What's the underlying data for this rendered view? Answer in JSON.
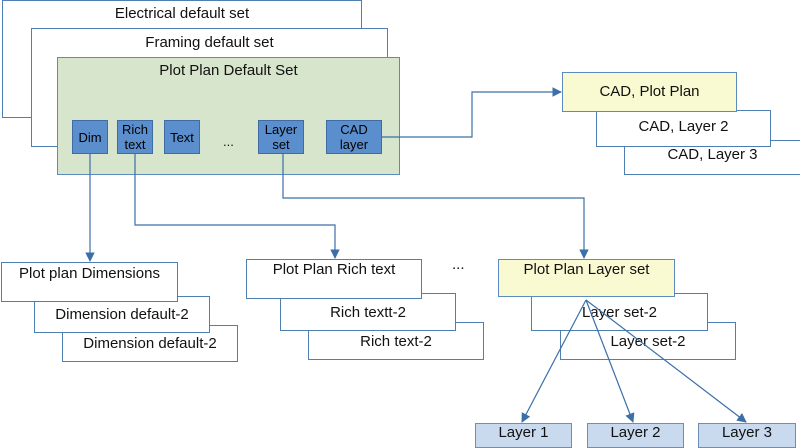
{
  "sets": {
    "electrical": "Electrical default set",
    "framing": "Framing default set",
    "plot_plan": "Plot Plan Default Set"
  },
  "chips": {
    "dim": "Dim",
    "rich_text": "Rich\ntext",
    "text": "Text",
    "ellipsis": "...",
    "layer_set": "Layer\nset",
    "cad_layer": "CAD\nlayer"
  },
  "cad": {
    "plot_plan": "CAD, Plot Plan",
    "layer2": "CAD, Layer 2",
    "layer3": "CAD, Layer 3"
  },
  "dimensions": {
    "main": "Plot plan Dimensions",
    "default2a": "Dimension default-2",
    "default2b": "Dimension default-2"
  },
  "rich": {
    "main": "Plot Plan Rich text",
    "textt2": "Rich textt-2",
    "text2": "Rich text-2"
  },
  "middle_ellipsis": "...",
  "layer_sets": {
    "main": "Plot Plan Layer set",
    "set2a": "Layer set-2",
    "set2b": "Layer set-2"
  },
  "layers": [
    "Layer 1",
    "Layer 2",
    "Layer 3"
  ],
  "colors": {
    "connector": "#3b6fa8",
    "default_set_fill": "#d6e5cc",
    "highlight_fill": "#fafad2",
    "chip_fill": "#5b8ecc",
    "layer_fill": "#c9d9ee"
  }
}
